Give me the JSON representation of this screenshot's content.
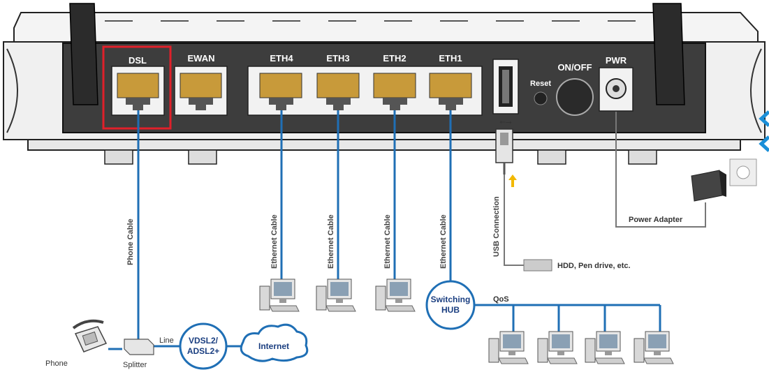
{
  "ports": {
    "dsl": "DSL",
    "ewan": "EWAN",
    "eth4": "ETH4",
    "eth3": "ETH3",
    "eth2": "ETH2",
    "eth1": "ETH1",
    "reset": "Reset",
    "onoff": "ON/OFF",
    "pwr": "PWR"
  },
  "cables": {
    "phone_cable": "Phone Cable",
    "ethernet_cable_1": "Ethernet Cable",
    "ethernet_cable_2": "Ethernet Cable",
    "ethernet_cable_3": "Ethernet Cable",
    "ethernet_cable_4": "Ethernet Cable",
    "usb_connection": "USB Connection"
  },
  "devices": {
    "power_adapter": "Power Adapter",
    "usb_devices": "HDD, Pen drive,  etc.",
    "switching_hub_line1": "Switching",
    "switching_hub_line2": "HUB",
    "qos": "QoS",
    "phone": "Phone",
    "splitter": "Splitter",
    "line": "Line",
    "vdsl_line1": "VDSL2/",
    "vdsl_line2": "ADSL2+",
    "internet": "Internet"
  },
  "colors": {
    "cable": "#1f6fb5",
    "highlight": "#e0202a",
    "router_body": "#3d3d3d",
    "accent": "#1a8fd8"
  }
}
